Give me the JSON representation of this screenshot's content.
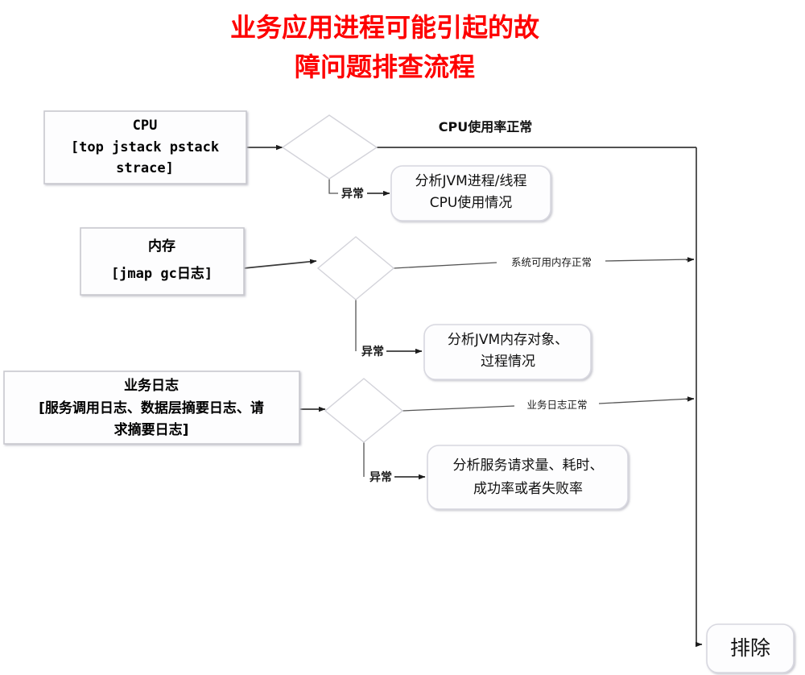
{
  "title": {
    "line1": "业务应用进程可能引起的故",
    "line2": "障问题排查流程",
    "color": "#fe0000"
  },
  "chart_data": {
    "type": "diagram",
    "title": "业务应用进程可能引起的故障问题排查流程",
    "nodes": [
      {
        "id": "cpu-source",
        "shape": "rectangle",
        "lines": [
          "CPU",
          "[top jstack pstack",
          "strace]"
        ]
      },
      {
        "id": "cpu-decision",
        "shape": "diamond",
        "lines": []
      },
      {
        "id": "cpu-abnormal-action",
        "shape": "rounded-rectangle",
        "lines": [
          "分析JVM进程/线程",
          "CPU使用情况"
        ]
      },
      {
        "id": "memory-source",
        "shape": "rectangle",
        "lines": [
          "内存",
          "[jmap gc日志]"
        ]
      },
      {
        "id": "memory-decision",
        "shape": "diamond",
        "lines": []
      },
      {
        "id": "memory-abnormal-action",
        "shape": "rounded-rectangle",
        "lines": [
          "分析JVM内存对象、",
          "过程情况"
        ]
      },
      {
        "id": "biz-log-source",
        "shape": "rectangle",
        "lines": [
          "业务日志",
          "[服务调用日志、数据层摘要日志、请",
          "求摘要日志]"
        ]
      },
      {
        "id": "biz-log-decision",
        "shape": "diamond",
        "lines": []
      },
      {
        "id": "biz-log-abnormal-action",
        "shape": "rounded-rectangle",
        "lines": [
          "分析服务请求量、耗时、",
          "成功率或者失败率"
        ]
      },
      {
        "id": "final-node",
        "shape": "rounded-rectangle",
        "lines": [
          "排除"
        ]
      }
    ],
    "edges": [
      {
        "from": "cpu-source",
        "to": "cpu-decision",
        "label": ""
      },
      {
        "from": "cpu-decision",
        "to": "final-node",
        "label": "CPU使用率正常"
      },
      {
        "from": "cpu-decision",
        "to": "cpu-abnormal-action",
        "label": "异常"
      },
      {
        "from": "memory-source",
        "to": "memory-decision",
        "label": ""
      },
      {
        "from": "memory-decision",
        "to": "final-node",
        "label": "系统可用内存正常"
      },
      {
        "from": "memory-decision",
        "to": "memory-abnormal-action",
        "label": "异常"
      },
      {
        "from": "biz-log-source",
        "to": "biz-log-decision",
        "label": ""
      },
      {
        "from": "biz-log-decision",
        "to": "final-node",
        "label": "业务日志正常"
      },
      {
        "from": "biz-log-decision",
        "to": "biz-log-abnormal-action",
        "label": "异常"
      }
    ]
  },
  "nodes": {
    "cpu_source": {
      "line1": "CPU",
      "line2": "[top jstack pstack",
      "line3": "strace]"
    },
    "cpu_action": {
      "line1": "分析JVM进程/线程",
      "line2": "CPU使用情况"
    },
    "memory_source": {
      "line1": "内存",
      "line2": "[jmap gc日志]"
    },
    "memory_action": {
      "line1": "分析JVM内存对象、",
      "line2": "过程情况"
    },
    "bizlog_source": {
      "line1": "业务日志",
      "line2": "[服务调用日志、数据层摘要日志、请",
      "line3": "求摘要日志]"
    },
    "bizlog_action": {
      "line1": "分析服务请求量、耗时、",
      "line2": "成功率或者失败率"
    },
    "final": {
      "label": "排除"
    }
  },
  "edge_labels": {
    "cpu_normal": "CPU使用率正常",
    "cpu_abnormal": "异常",
    "memory_normal": "系统可用内存正常",
    "memory_abnormal": "异常",
    "bizlog_normal": "业务日志正常",
    "bizlog_abnormal": "异常"
  }
}
